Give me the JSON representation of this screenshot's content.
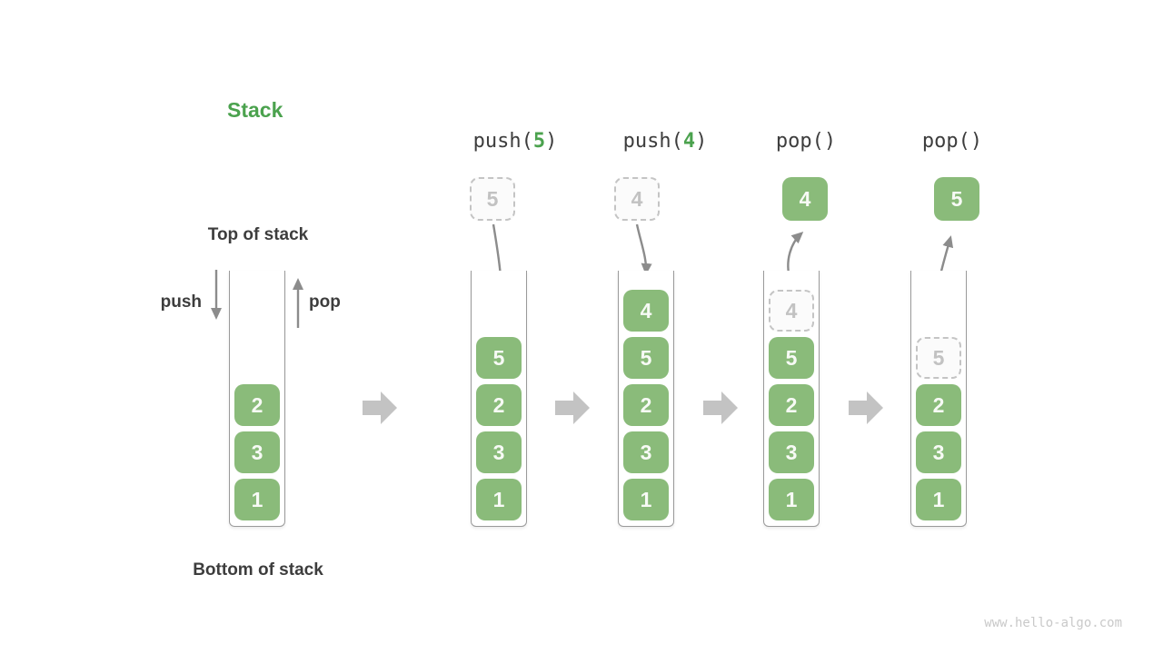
{
  "title": "Stack",
  "labels": {
    "top": "Top of stack",
    "bottom": "Bottom of stack",
    "push": "push",
    "pop": "pop"
  },
  "watermark": "www.hello-algo.com",
  "colors": {
    "green_box": "#8ABB7A",
    "green_text": "#4BA24E",
    "dark_text": "#3D3D3D",
    "arrow": "#8C8C8C",
    "block_arrow": "#C3C3C3",
    "ghost_border": "#C4C4C4",
    "ghost_text": "#C2C2C2",
    "container_border": "#9A9A9A",
    "watermark": "#C9C9C9"
  },
  "stacks": [
    {
      "name": "initial-stack",
      "op": null,
      "floating": null,
      "arrow": null,
      "items": [
        {
          "v": "2",
          "ghost": false
        },
        {
          "v": "3",
          "ghost": false
        },
        {
          "v": "1",
          "ghost": false
        }
      ]
    },
    {
      "name": "after-push-5",
      "op": {
        "pre": "push(",
        "num": "5",
        "post": ")"
      },
      "floating": {
        "v": "5",
        "style": "ghost"
      },
      "arrow": "in",
      "items": [
        {
          "v": "5",
          "ghost": false
        },
        {
          "v": "2",
          "ghost": false
        },
        {
          "v": "3",
          "ghost": false
        },
        {
          "v": "1",
          "ghost": false
        }
      ]
    },
    {
      "name": "after-push-4",
      "op": {
        "pre": "push(",
        "num": "4",
        "post": ")"
      },
      "floating": {
        "v": "4",
        "style": "ghost"
      },
      "arrow": "in",
      "items": [
        {
          "v": "4",
          "ghost": false
        },
        {
          "v": "5",
          "ghost": false
        },
        {
          "v": "2",
          "ghost": false
        },
        {
          "v": "3",
          "ghost": false
        },
        {
          "v": "1",
          "ghost": false
        }
      ]
    },
    {
      "name": "after-pop-4",
      "op": {
        "pre": "pop()",
        "num": "",
        "post": ""
      },
      "floating": {
        "v": "4",
        "style": "solid"
      },
      "arrow": "out",
      "items": [
        {
          "v": "4",
          "ghost": true
        },
        {
          "v": "5",
          "ghost": false
        },
        {
          "v": "2",
          "ghost": false
        },
        {
          "v": "3",
          "ghost": false
        },
        {
          "v": "1",
          "ghost": false
        }
      ]
    },
    {
      "name": "after-pop-5",
      "op": {
        "pre": "pop()",
        "num": "",
        "post": ""
      },
      "floating": {
        "v": "5",
        "style": "solid"
      },
      "arrow": "out",
      "items": [
        {
          "v": "5",
          "ghost": true
        },
        {
          "v": "2",
          "ghost": false
        },
        {
          "v": "3",
          "ghost": false
        },
        {
          "v": "1",
          "ghost": false
        }
      ]
    }
  ]
}
